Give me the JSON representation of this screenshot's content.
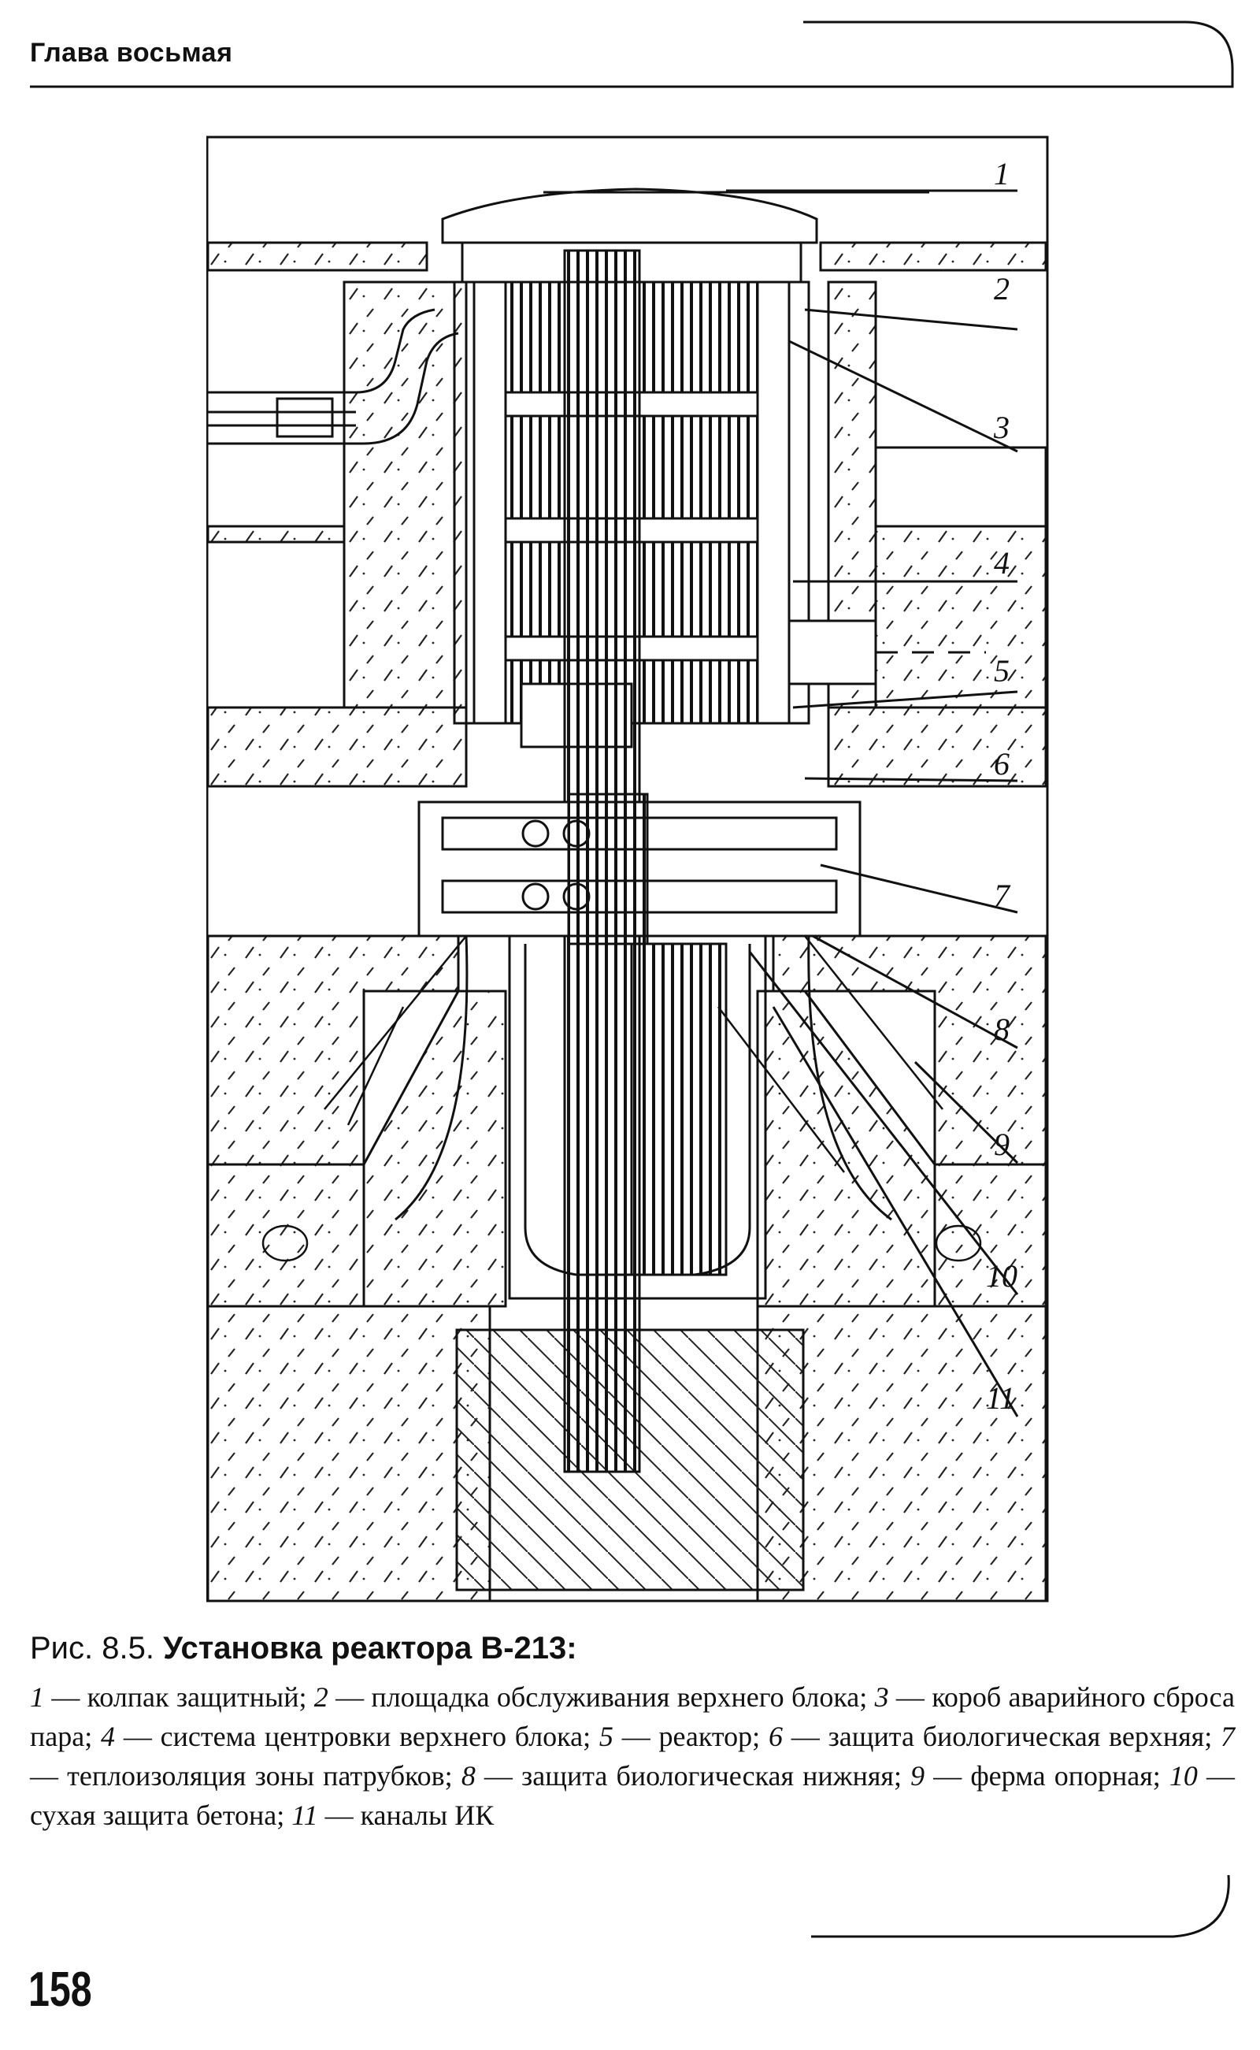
{
  "header": {
    "chapter": "Глава восьмая"
  },
  "figure": {
    "labels": [
      "1",
      "2",
      "3",
      "4",
      "5",
      "6",
      "7",
      "8",
      "9",
      "10",
      "11"
    ]
  },
  "caption": {
    "prefix": "Рис. 8.5.",
    "title": "Установка реактора В-213:",
    "items": [
      {
        "num": "1",
        "text": " — колпак защитный; "
      },
      {
        "num": "2",
        "text": " — площадка обслуживания верхнего блока; "
      },
      {
        "num": "3",
        "text": " — короб аварийного сброса пара; "
      },
      {
        "num": "4",
        "text": " — система центровки верхнего блока; "
      },
      {
        "num": "5",
        "text": " — реактор; "
      },
      {
        "num": "6",
        "text": " — защита биологическая верхняя; "
      },
      {
        "num": "7",
        "text": " — теплоизоляция зоны патрубков; "
      },
      {
        "num": "8",
        "text": " — защита биологическая нижняя; "
      },
      {
        "num": "9",
        "text": " — ферма опорная; "
      },
      {
        "num": "10",
        "text": " — сухая защита бетона; "
      },
      {
        "num": "11",
        "text": " — каналы ИК"
      }
    ]
  },
  "page_number": "158"
}
